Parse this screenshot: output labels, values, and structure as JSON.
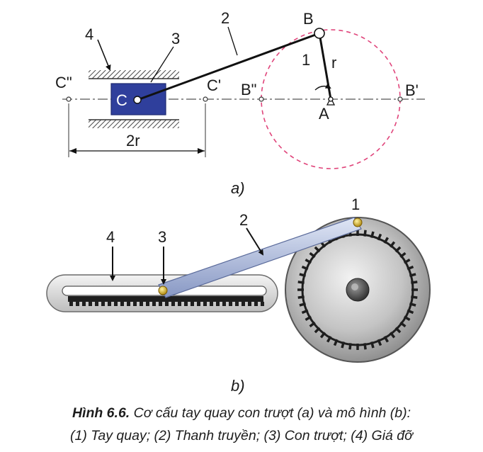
{
  "diagram_a": {
    "panel_label": "a)",
    "labels": {
      "part_1": "1",
      "part_2": "2",
      "part_3": "3",
      "part_4": "4",
      "point_b": "B",
      "point_a": "A",
      "point_c": "C",
      "point_c1": "C'",
      "point_c2": "C\"",
      "point_b1": "B'",
      "point_b2": "B\"",
      "radius": "r",
      "stroke_length": "2r"
    }
  },
  "diagram_b": {
    "panel_label": "b)",
    "labels": {
      "part_1": "1",
      "part_2": "2",
      "part_3": "3",
      "part_4": "4"
    }
  },
  "caption": {
    "figure_number": "Hình 6.6.",
    "line1": "Cơ cấu tay quay con trượt (a) và mô hình (b):",
    "line2": "(1) Tay quay; (2) Thanh truyền; (3) Con trượt; (4) Giá đỡ"
  },
  "colors": {
    "slider_block": "#2f3f9c",
    "crank_circle": "#e0457b",
    "rod_model": "#aab8d8",
    "wheel": "#c9c9c9"
  }
}
